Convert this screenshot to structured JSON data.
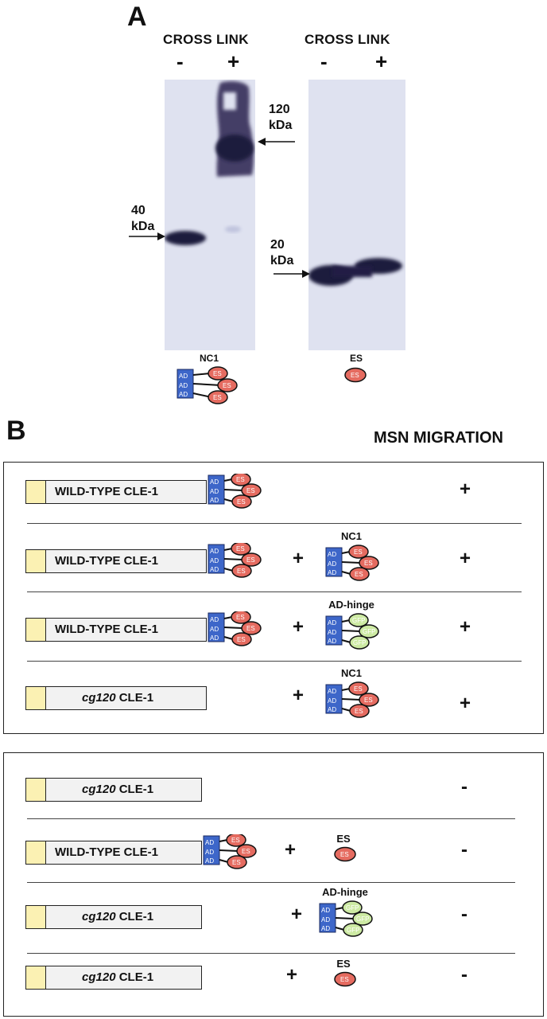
{
  "panel_a": {
    "letter": "A",
    "blots": [
      {
        "header": "CROSS LINK",
        "minus": "-",
        "plus": "+",
        "label": "NC1"
      },
      {
        "header": "CROSS LINK",
        "minus": "-",
        "plus": "+",
        "label": "ES"
      }
    ],
    "markers": {
      "kda120": "120\nkDa",
      "kda40": "40\nkDa",
      "kda20": "20\nkDa"
    }
  },
  "panel_b": {
    "letter": "B",
    "column_header": "MSN MIGRATION",
    "domain_labels": {
      "ad": "AD",
      "es": "ES",
      "gfp": "GFP"
    },
    "rows": [
      {
        "construct_em": "",
        "construct": "WILD-TYPE CLE-1",
        "plus": "",
        "added_label": "",
        "result": "+"
      },
      {
        "construct_em": "",
        "construct": "WILD-TYPE CLE-1",
        "plus": "+",
        "added_label": "NC1",
        "result": "+"
      },
      {
        "construct_em": "",
        "construct": "WILD-TYPE CLE-1",
        "plus": "+",
        "added_label": "AD-hinge",
        "result": "+"
      },
      {
        "construct_em": "cg120",
        "construct": " CLE-1",
        "plus": "+",
        "added_label": "NC1",
        "result": "+"
      },
      {
        "construct_em": "cg120",
        "construct": " CLE-1",
        "plus": "",
        "added_label": "",
        "result": "-"
      },
      {
        "construct_em": "",
        "construct": "WILD-TYPE CLE-1",
        "plus": "+",
        "added_label": "ES",
        "result": "-"
      },
      {
        "construct_em": "cg120",
        "construct": " CLE-1",
        "plus": "+",
        "added_label": "AD-hinge",
        "result": "-"
      },
      {
        "construct_em": "cg120",
        "construct": " CLE-1",
        "plus": "+",
        "added_label": "ES",
        "result": "-"
      }
    ]
  },
  "colors": {
    "ad": "#3d66c9",
    "es": "#e56b60",
    "gfp": "#cdeaa3",
    "cap": "#fbf1b3",
    "band": "#1e1a3c",
    "gel": "#dfe2f0"
  }
}
